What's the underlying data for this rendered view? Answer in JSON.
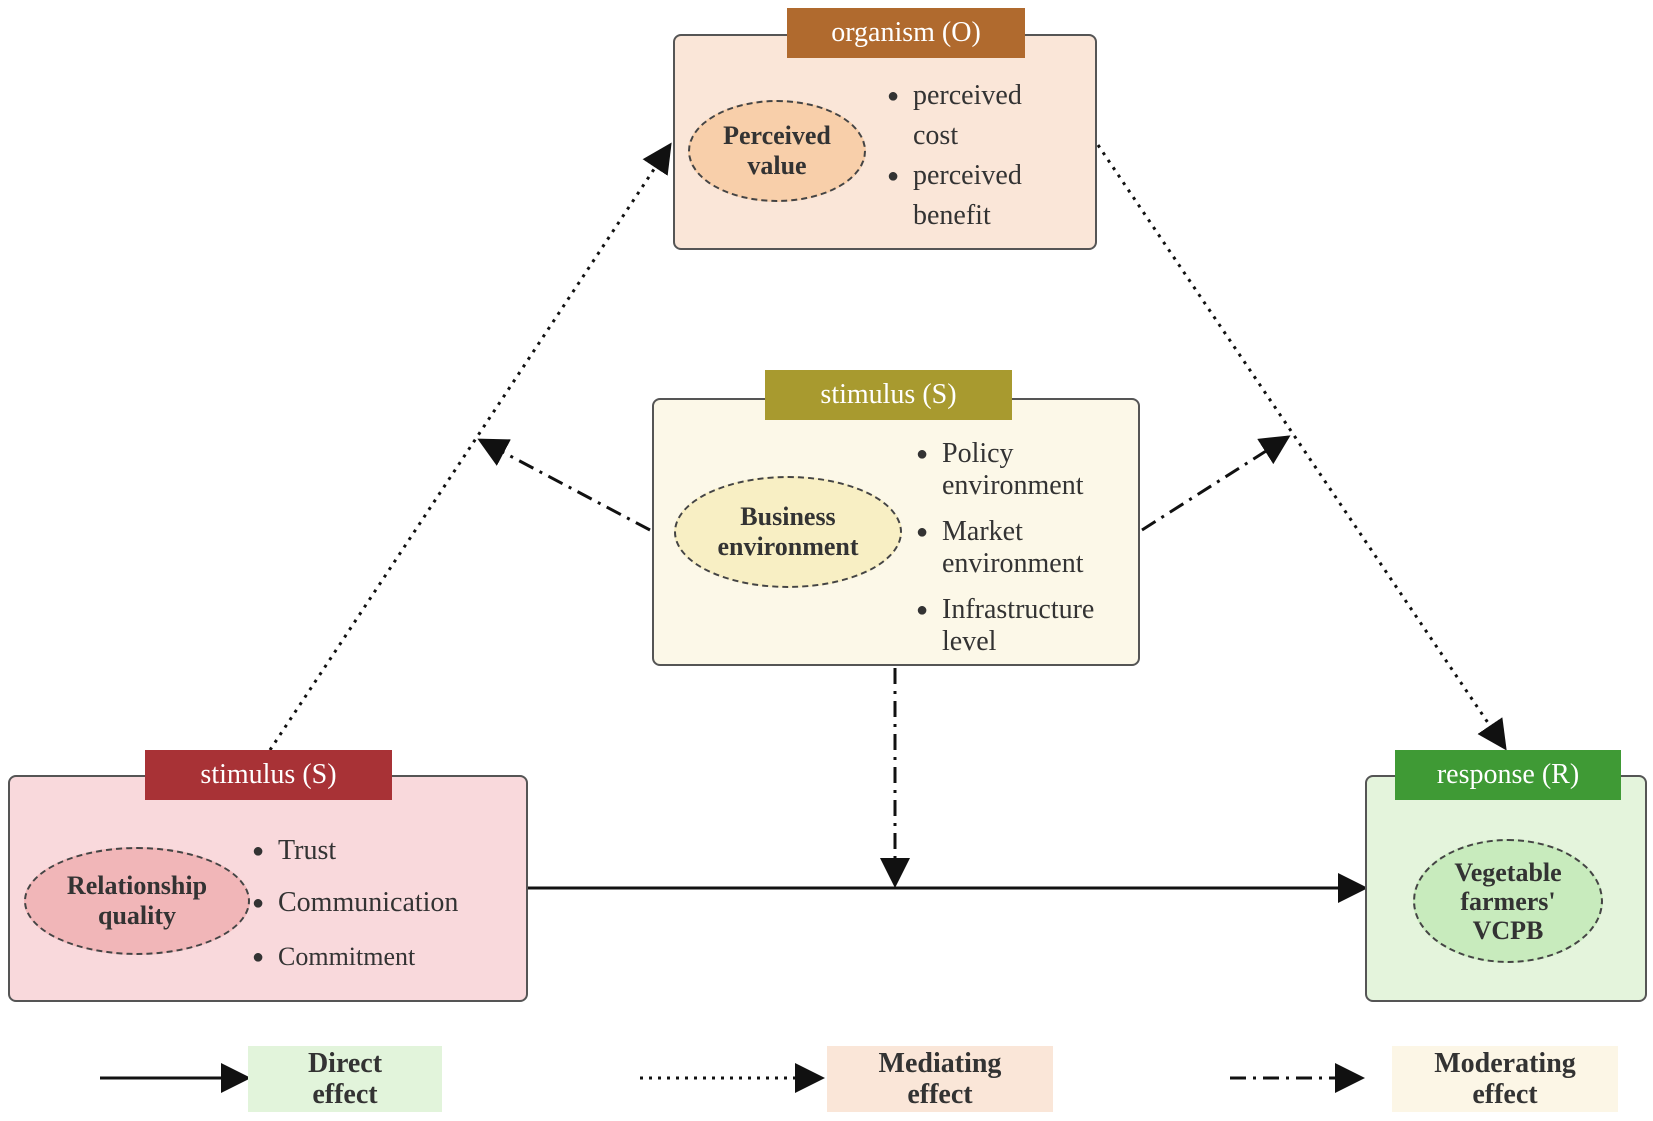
{
  "organism": {
    "tag": "organism (O)",
    "construct": "Perceived\nvalue",
    "bullets": [
      "perceived\ncost",
      "perceived\nbenefit"
    ]
  },
  "moderator": {
    "tag": "stimulus (S)",
    "construct": "Business\nenvironment",
    "bullets": [
      "Policy\nenvironment",
      "Market\nenvironment",
      "Infrastructure\nlevel"
    ]
  },
  "stimulus": {
    "tag": "stimulus (S)",
    "construct": "Relationship\nquality",
    "bullets": [
      "Trust",
      "Communication",
      "Commitment"
    ]
  },
  "response": {
    "tag": "response (R)",
    "construct": "Vegetable\nfarmers'\nVCPB"
  },
  "legend": {
    "direct": "Direct\neffect",
    "mediating": "Mediating\neffect",
    "moderating": "Moderating\neffect"
  },
  "colors": {
    "organism_tag": "#b06a2e",
    "organism_fill": "#fae6d8",
    "organism_ellipse": "#f8cfaa",
    "moderator_tag": "#a89a2f",
    "moderator_fill": "#fcf8e8",
    "moderator_ellipse": "#f8efc4",
    "stimulus_tag": "#a83236",
    "stimulus_fill": "#f9d9dc",
    "stimulus_ellipse": "#f1b6b8",
    "response_tag": "#3f9a35",
    "response_fill": "#e4f4dc",
    "response_ellipse": "#c8ebbd"
  }
}
